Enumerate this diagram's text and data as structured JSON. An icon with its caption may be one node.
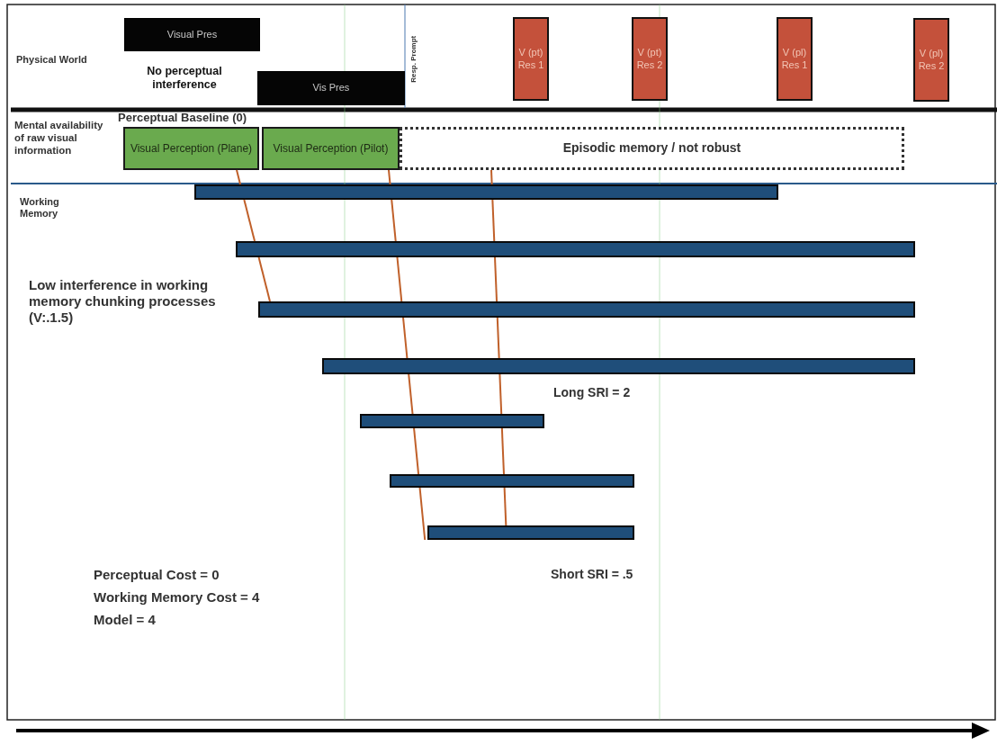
{
  "diagram": {
    "nodes": [
      {
        "text": [
          "Visual Pres"
        ]
      },
      {
        "text": [
          "Vis Pres"
        ]
      },
      {
        "text": [
          "V (pt) Res 1"
        ]
      },
      {
        "text": [
          "V (pt) Res 2"
        ]
      },
      {
        "text": [
          "V (pl) Res 1"
        ]
      },
      {
        "text": [
          "V (pl) Res 2"
        ]
      },
      {
        "text": [
          "Visual Perception (Plane)"
        ]
      },
      {
        "text": [
          "Visual Perception (Pilot)"
        ]
      },
      {
        "text": [
          "Episodic memory / not robust"
        ]
      },
      {
        "text": [],
        "shape": "bar"
      },
      {
        "text": [],
        "shape": "bar"
      },
      {
        "text": [],
        "shape": "bar"
      },
      {
        "text": [],
        "shape": "bar"
      },
      {
        "text": [],
        "shape": "bar"
      },
      {
        "text": [],
        "shape": "bar"
      },
      {
        "text": [],
        "shape": "bar"
      }
    ],
    "edges": [
      {
        "from": 6,
        "to": 9,
        "arrow": "none"
      },
      {
        "from": 9,
        "to": 10,
        "arrow": "none"
      },
      {
        "from": 10,
        "to": 11,
        "arrow": "none"
      },
      {
        "from": 7,
        "to": 9,
        "arrow": "none"
      },
      {
        "from": 9,
        "to": 10,
        "arrow": "none"
      },
      {
        "from": 10,
        "to": 11,
        "arrow": "none"
      },
      {
        "from": 11,
        "to": 12,
        "arrow": "none"
      },
      {
        "from": 12,
        "to": 13,
        "arrow": "none"
      },
      {
        "from": 13,
        "to": 14,
        "arrow": "none"
      },
      {
        "from": 14,
        "to": 15,
        "arrow": "none"
      },
      {
        "from": 8,
        "to": 9,
        "arrow": "none"
      },
      {
        "from": 9,
        "to": 10,
        "arrow": "none"
      },
      {
        "from": 10,
        "to": 11,
        "arrow": "none"
      },
      {
        "from": 11,
        "to": 12,
        "arrow": "none"
      },
      {
        "from": 12,
        "to": 13,
        "arrow": "none"
      },
      {
        "from": 13,
        "to": 14,
        "arrow": "none"
      },
      {
        "from": 14,
        "to": 15,
        "arrow": "none"
      }
    ],
    "labels": [
      "Physical World",
      "No perceptual interference",
      "Resp. Prompt",
      "Perceptual Baseline (0)",
      "Mental availability of raw visual information",
      "Working Memory",
      "Low interference in working memory chunking processes (V:.1.5)",
      "Long SRI = 2",
      "Perceptual Cost = 0",
      "Working Memory Cost = 4",
      "Model = 4",
      "Short SRI = .5"
    ]
  }
}
